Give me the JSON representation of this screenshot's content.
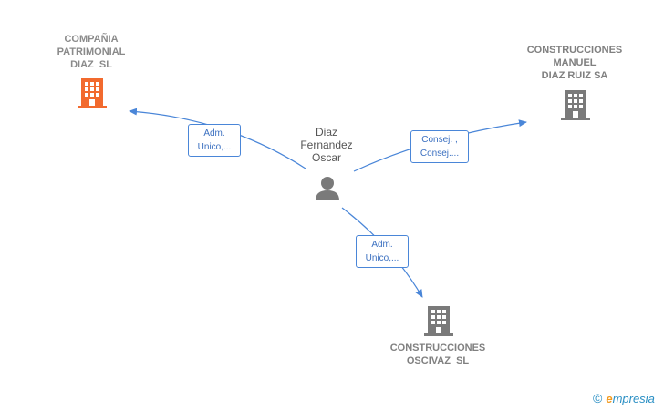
{
  "person": {
    "name": "Diaz\nFernandez\nOscar"
  },
  "companies": [
    {
      "id": "c1",
      "name": "COMPAÑIA\nPATRIMONIAL\nDIAZ  SL",
      "color": "#f26a2e"
    },
    {
      "id": "c2",
      "name": "CONSTRUCCIONES\nMANUEL\nDIAZ RUIZ SA",
      "color": "#7a7a7a"
    },
    {
      "id": "c3",
      "name": "CONSTRUCCIONES\nOSCIVAZ  SL",
      "color": "#7a7a7a"
    }
  ],
  "edges": [
    {
      "to": "c1",
      "label": "Adm.\nUnico,..."
    },
    {
      "to": "c2",
      "label": "Consej. ,\nConsej...."
    },
    {
      "to": "c3",
      "label": "Adm.\nUnico,..."
    }
  ],
  "colors": {
    "edge": "#4a86d8",
    "person_icon": "#7a7a7a"
  },
  "brand": {
    "copyright": "©",
    "first_letter": "e",
    "rest": "mpresia"
  }
}
